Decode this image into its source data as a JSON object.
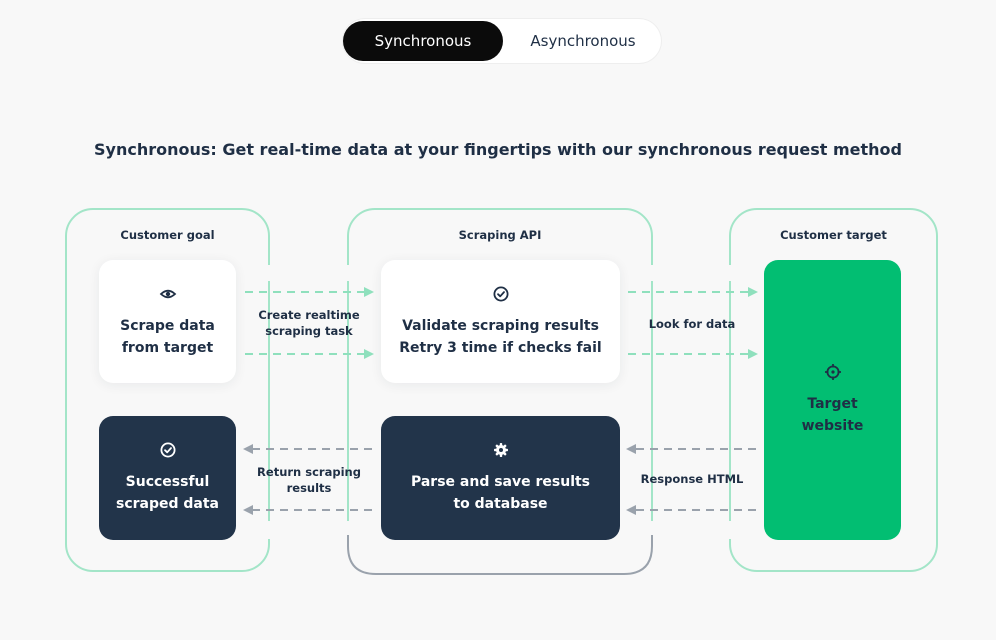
{
  "toggle": {
    "sync_label": "Synchronous",
    "async_label": "Asynchronous",
    "selected": "Synchronous"
  },
  "headline": "Synchronous: Get real-time data at your fingertips with our synchronous request method",
  "panels": {
    "customer_goal": "Customer goal",
    "scraping_api": "Scraping API",
    "customer_target": "Customer target"
  },
  "cards": {
    "scrape": {
      "line1": "Scrape data",
      "line2": "from target",
      "icon": "eye-icon"
    },
    "validate": {
      "line1": "Validate scraping results",
      "line2": "Retry 3 time if checks fail",
      "icon": "check-circle-icon"
    },
    "success": {
      "line1": "Successful",
      "line2": "scraped data",
      "icon": "check-circle-icon"
    },
    "parse": {
      "line1": "Parse and save results",
      "line2": "to database",
      "icon": "gear-icon"
    },
    "target": {
      "line1": "Target",
      "line2": "website",
      "icon": "crosshair-icon"
    }
  },
  "arrow_labels": {
    "create_task": {
      "line1": "Create realtime",
      "line2": "scraping task"
    },
    "look_for_data": "Look for data",
    "return_results": {
      "line1": "Return scraping",
      "line2": "results"
    },
    "response_html": "Response HTML"
  },
  "colors": {
    "background": "#f8f8f8",
    "panel_border": "#a3e5c8",
    "dark_card": "#22344a",
    "target_green": "#02be72",
    "forward_arrow": "#8fe0bd",
    "return_arrow": "#9aa2ac",
    "text": "#1f2f45"
  }
}
